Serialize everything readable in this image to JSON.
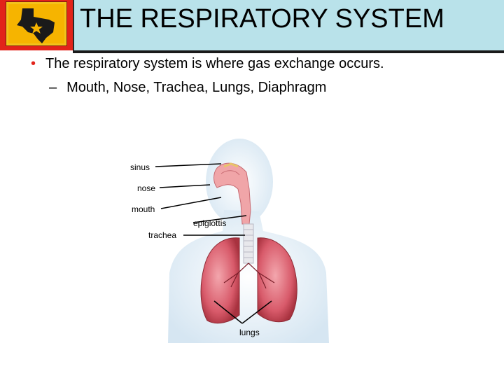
{
  "header": {
    "title": "THE RESPIRATORY SYSTEM",
    "logo_icon": "texas-star-icon",
    "logo_bg": "#e2231a",
    "title_bg": "#b9e2ea"
  },
  "bullets": {
    "main": "The respiratory system is where gas exchange occurs.",
    "sub": "Mouth, Nose, Trachea, Lungs, Diaphragm"
  },
  "diagram": {
    "labels": {
      "sinus": "sinus",
      "nose": "nose",
      "mouth": "mouth",
      "epiglottis": "epiglottis",
      "trachea": "trachea",
      "lungs": "lungs"
    }
  }
}
